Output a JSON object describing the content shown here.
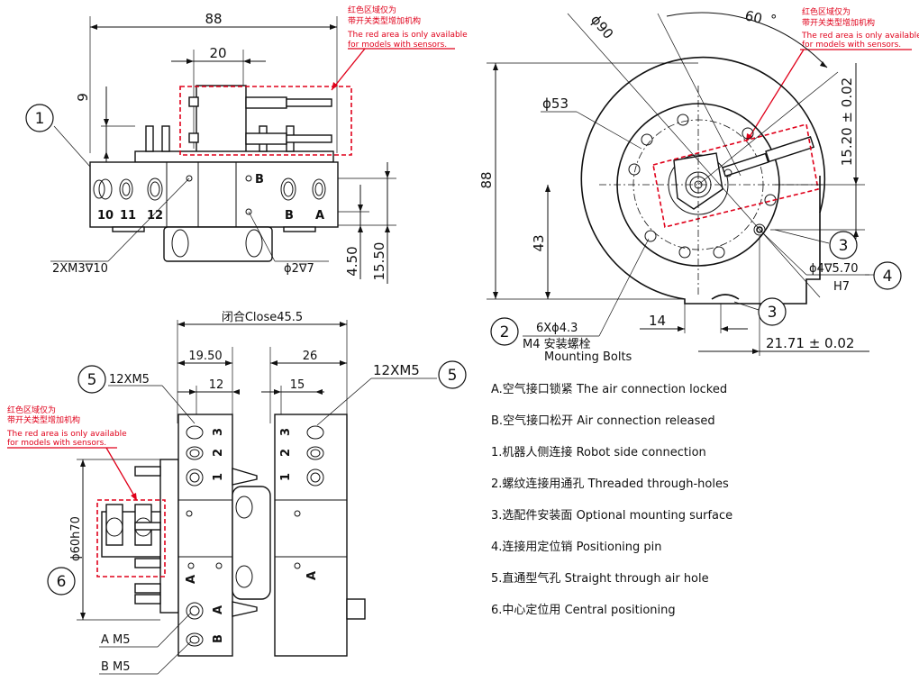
{
  "red_note": {
    "cn_line1": "红色区域仅为",
    "cn_line2": "带开关类型增加机构",
    "en_line1": "The red area is only available",
    "en_line2": "for models with sensors."
  },
  "top_left": {
    "dim_width": "88",
    "dim_20": "20",
    "dim_9": "9",
    "port_labels": [
      "10",
      "11",
      "12"
    ],
    "port_b": "B",
    "port_a": "A",
    "dim_450": "4.50",
    "dim_1550": "15.50",
    "thread_label": "2XM3∇10",
    "pin_label": "ϕ2∇7",
    "callout_1": "1"
  },
  "top_right": {
    "dim_phi90": "ϕ90",
    "dim_60": "60",
    "deg": "°",
    "dim_phi53": "ϕ53",
    "dim_88": "88",
    "dim_43": "43",
    "dim_1520": "15.20 ± 0.02",
    "dim_14": "14",
    "dim_2171": "21.71 ± 0.02",
    "pin_label": "ϕ4∇5.70",
    "pin_fit": "H7",
    "bolts_line1": "6Xϕ4.3",
    "bolts_line2": "M4 安装螺栓",
    "bolts_line3": "Mounting Bolts",
    "callout_2": "2",
    "callout_3a": "3",
    "callout_3b": "3",
    "callout_4": "4"
  },
  "bottom_left": {
    "close_label": "闭合Close45.5",
    "dim_1950": "19.50",
    "dim_26": "26",
    "dim_12": "12",
    "dim_15": "15",
    "thread_left": "12XM5",
    "thread_right": "12XM5",
    "dia_label": "ϕ60h70",
    "port_a": "A  M5",
    "port_b": "B  M5",
    "callout_5a": "5",
    "callout_5b": "5",
    "callout_6": "6",
    "num1": "1",
    "num2": "2",
    "num3": "3",
    "letter_a": "A",
    "letter_b": "B"
  },
  "legend": [
    {
      "key": "A.",
      "cn": "空气接口锁紧",
      "en": "The air connection locked"
    },
    {
      "key": "B.",
      "cn": "空气接口松开",
      "en": "Air connection released"
    },
    {
      "key": "1.",
      "cn": "机器人侧连接",
      "en": "Robot side connection"
    },
    {
      "key": "2.",
      "cn": "螺纹连接用通孔",
      "en": "Threaded through-holes"
    },
    {
      "key": "3.",
      "cn": "选配件安装面",
      "en": "Optional mounting surface"
    },
    {
      "key": "4.",
      "cn": "连接用定位销",
      "en": "Positioning pin"
    },
    {
      "key": "5.",
      "cn": "直通型气孔",
      "en": "Straight through air hole"
    },
    {
      "key": "6.",
      "cn": "中心定位用",
      "en": "Central positioning"
    }
  ]
}
